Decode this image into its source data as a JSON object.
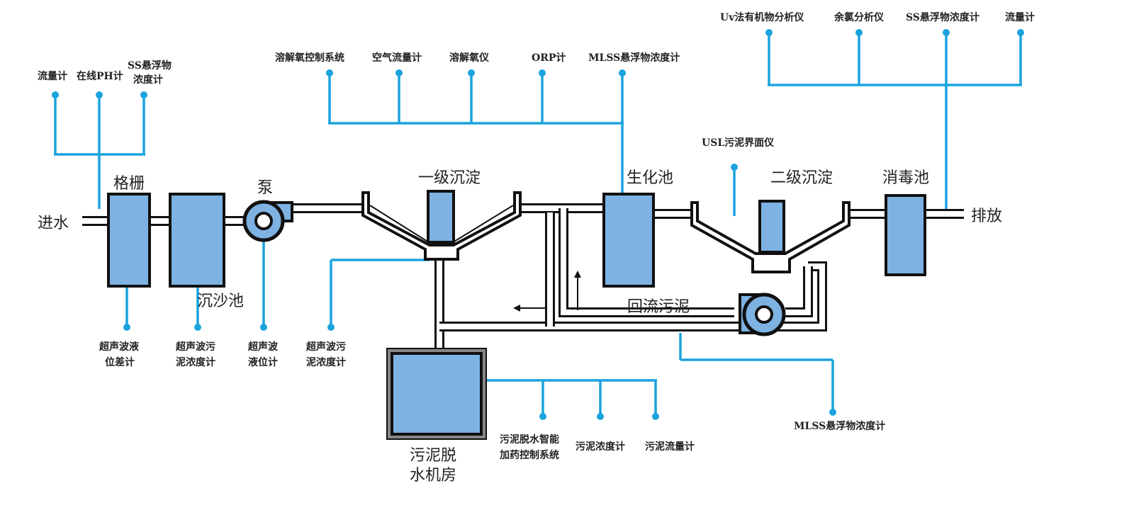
{
  "process": {
    "inlet": "进水",
    "outlet": "排放",
    "grille": "格栅",
    "grit_tank": "沉沙池",
    "pump": "泵",
    "primary_settling": "一级沉淀",
    "bio_tank": "生化池",
    "secondary_settling": "二级沉淀",
    "disinfection": "消毒池",
    "return_sludge": "回流污泥",
    "dewatering_line1": "污泥脱",
    "dewatering_line2": "水机房"
  },
  "instruments": {
    "inlet_flow": "流量计",
    "inlet_ph": "在线PH计",
    "inlet_ss_1": "SS悬浮物",
    "inlet_ss_2": "浓度计",
    "do_control": "溶解氧控制系统",
    "air_flow": "空气流量计",
    "do_meter": "溶解氧仪",
    "orp": "ORP计",
    "mlss_top": "MLSS悬浮物浓度计",
    "uv_organic": "Uv法有机物分析仪",
    "residual_chlorine": "余氯分析仪",
    "outlet_ss": "SS悬浮物浓度计",
    "outlet_flow": "流量计",
    "usl_interface": "USL污泥界面仪",
    "ultra_level_diff_1": "超声波液",
    "ultra_level_diff_2": "位差计",
    "ultra_sludge_conc_1": "超声波污",
    "ultra_sludge_conc_2": "泥浓度计",
    "ultra_level_1": "超声波",
    "ultra_level_2": "液位计",
    "ultra_sludge_conc2_1": "超声波污",
    "ultra_sludge_conc2_2": "泥浓度计",
    "dosing_1": "污泥脱水智能",
    "dosing_2": "加药控制系统",
    "sludge_conc": "污泥浓度计",
    "sludge_flow": "污泥流量计",
    "mlss_bottom": "MLSS悬浮物浓度计"
  },
  "colors": {
    "instrument_line": "#1aa3dd",
    "tank_fill": "#7eb2e3",
    "pipe": "#111111"
  }
}
